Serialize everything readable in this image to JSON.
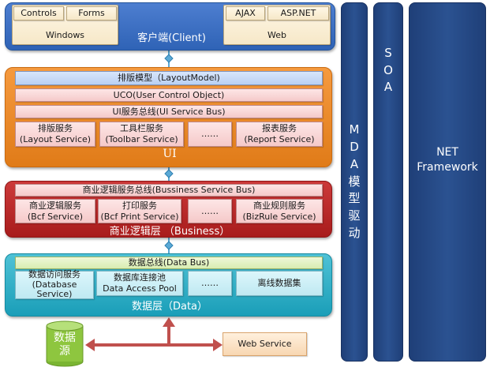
{
  "client": {
    "label": "客户端(Client)",
    "windows": {
      "label": "Windows",
      "items": [
        "Controls",
        "Forms"
      ]
    },
    "web": {
      "label": "Web",
      "items": [
        "AJAX",
        "ASP.NET"
      ]
    }
  },
  "ui": {
    "label": "UI",
    "layout_model": "排版模型（LayoutModel)",
    "uco": "UCO(User Control Object)",
    "bus": "UI服务总线(UI Service Bus)",
    "services": [
      {
        "line1": "排版服务",
        "line2": "(Layout Service)"
      },
      {
        "line1": "工具栏服务",
        "line2": "(Toolbar Service)"
      },
      {
        "line1": "……",
        "line2": ""
      },
      {
        "line1": "报表服务",
        "line2": "(Report Service)"
      }
    ]
  },
  "business": {
    "label": "商业逻辑层 （Business）",
    "bus": "商业逻辑服务总线(Bussiness Service Bus)",
    "services": [
      {
        "line1": "商业逻辑服务",
        "line2": "(Bcf Service)"
      },
      {
        "line1": "打印服务",
        "line2": "(Bcf Print Service)"
      },
      {
        "line1": "……",
        "line2": ""
      },
      {
        "line1": "商业规则服务",
        "line2": "(BizRule Service)"
      }
    ]
  },
  "data": {
    "label": "数据层（Data）",
    "bus": "数据总线(Data Bus)",
    "services": [
      {
        "line1": "数据访问服务",
        "line2": "(Database",
        "line3": "Service)"
      },
      {
        "line1": "数据库连接池",
        "line2": "Data Access Pool"
      },
      {
        "line1": "……",
        "line2": ""
      },
      {
        "line1": "离线数据集",
        "line2": ""
      }
    ]
  },
  "right": {
    "mda": [
      "M",
      "D",
      "A",
      "模",
      "型",
      "驱",
      "动"
    ],
    "soa": [
      "S",
      "O",
      "A"
    ],
    "net": [
      "NET",
      "Framework"
    ]
  },
  "source": {
    "line1": "数据",
    "line2": "源"
  },
  "webservice": "Web Service",
  "colors": {
    "client": "#2f63b6",
    "ui": "#e07b18",
    "business": "#a81c1c",
    "data": "#1a9eb8",
    "framework": "#1f3f78",
    "connector": "#c0504d",
    "cylinder": "#8ec63f"
  }
}
